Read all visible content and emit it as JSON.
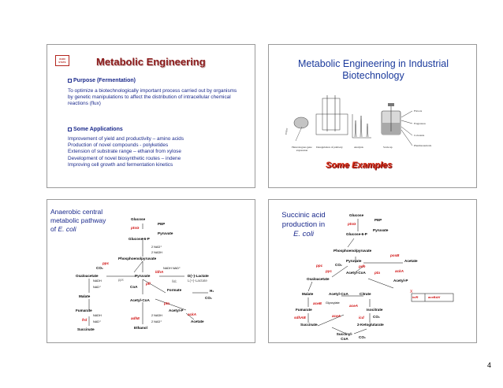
{
  "page_number": "4",
  "slide1": {
    "title": "Metabolic Engineering",
    "logo_text": "OHIO STATE",
    "purpose_head": "Purpose (Fermentation)",
    "purpose_body": "To optimize a biotechnologically important process carried out by organisms by genetic manipulations to affect the distribution of intracellular chemical reactions (flux)",
    "apps_head": "Some Applications",
    "apps": [
      "Improvement of yield and productivity – amino acids",
      "Production of novel compounds - polyketides",
      "Extension of substrate range – ethanol from xylose",
      "Development of novel biosynthetic routes – indene",
      "Improving cell growth and fermentation kinetics"
    ]
  },
  "slide2": {
    "title": "Metabolic Engineering in Industrial Biotechnology",
    "examples": "Some Examples",
    "captions": {
      "heterologous": "Heterologous gene expression",
      "deregulation": "Deregulation of pathway",
      "analysis": "Analysis",
      "scaleup": "Scale up",
      "vector": "vector"
    },
    "products": [
      "Flavors",
      "Fragrances",
      "Colorants",
      "Pharmaceuticals"
    ]
  },
  "slide3": {
    "title_lines": [
      "Anaerobic central",
      "metabolic pathway",
      "of"
    ],
    "organism": "E. coli",
    "nodes": {
      "glucose": "Glucose",
      "pep_top": "PEP",
      "pyruvate_top": "Pyruvate",
      "g6p": "Glucose-6-P",
      "nad1": "2 NAD⁺",
      "nadh1": "2 NADH",
      "pep": "Phosphoenolpyruvate",
      "co2": "CO₂",
      "nadh_nad": "NADH   NAD⁺",
      "oaa": "Oxaloacetate",
      "pyruvate": "Pyruvate",
      "dlactate": "D(−)-Lactate",
      "llactate": "L(+)-Lactate",
      "coa": "CoA",
      "formate": "Formate",
      "h2": "H₂",
      "co2b": "CO₂",
      "nadh2": "NADH",
      "nad2": "NAD⁺",
      "malate": "Malate",
      "acetylcoa": "Acetyl-CoA",
      "acetylp": "Acetyl-P",
      "acetate": "Acetate",
      "fumarate": "Fumarate",
      "nadh3": "NADH",
      "nad3": "NAD⁺",
      "nadh4": "2 NADH",
      "nad4": "2 NAD⁺",
      "succinate": "Succinate",
      "ethanol": "Ethanol"
    },
    "genes": {
      "ptsG": "ptsG",
      "ppc": "ppc",
      "ldhA": "ldhA",
      "pflB": "pfl",
      "pta": "pta",
      "ackA": "ackA",
      "adhE": "adhE",
      "frd": "frd",
      "pps": "pps",
      "lldL": "lldL"
    }
  },
  "slide4": {
    "title_lines": [
      "Succinic acid",
      "production in"
    ],
    "organism": "E. coli",
    "nodes": {
      "glucose": "Glucose",
      "pep_top": "PEP",
      "pyruvate_top": "Pyruvate",
      "g6p": "Glucose-6-P",
      "pep": "Phosphoenolpyruvate",
      "pyruvate": "Pyruvate",
      "acetate": "Acetate",
      "co2": "CO₂",
      "acetylcoa": "Acetyl-CoA",
      "oaa": "Oxaloacetate",
      "acetylp": "Acetyl-P",
      "malate": "Malate",
      "acetylcoa2": "Acetyl-CoA",
      "citrate": "Citrate",
      "glyoxylate": "Glyoxylate",
      "fumarate": "Fumarate",
      "isocitrate": "Isocitrate",
      "co2b": "CO₂",
      "succinate": "Succinate",
      "akg": "2-Ketoglutarate",
      "succcoa": "Succinyl-CoA",
      "co2c": "CO₂"
    },
    "genes": {
      "ptsG": "ptsG",
      "poxB": "poxB",
      "ppc": "ppc",
      "pyc": "pyc",
      "pdh": "pdh",
      "pta": "pta",
      "ackA": "ackA",
      "aceB": "aceB",
      "aceA": "aceA",
      "sdhAB": "sdhAB",
      "aceA2": "aceA",
      "icd": "icd",
      "iclR": "iclR",
      "aceBAK": "aceBAK"
    }
  },
  "colors": {
    "title_red": "#8b1a1a",
    "body_blue": "#1b2a8c",
    "example_red": "#d42a14",
    "gene_red": "#d01010"
  }
}
